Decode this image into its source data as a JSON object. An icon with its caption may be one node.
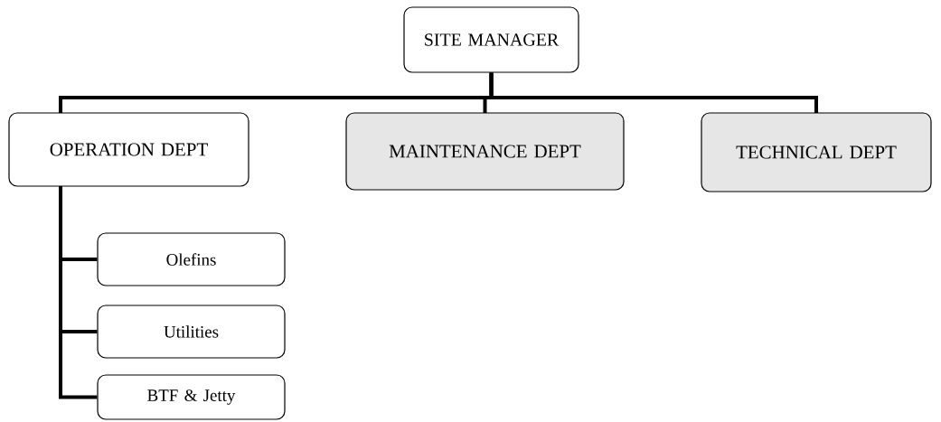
{
  "diagram": {
    "nodes": [
      {
        "text": [
          "SITE MANAGER"
        ]
      },
      {
        "text": [
          "OPERATION DEPT"
        ]
      },
      {
        "text": [
          "MAINTENANCE DEPT"
        ]
      },
      {
        "text": [
          "TECHNICAL DEPT"
        ]
      },
      {
        "text": [
          "Olefins"
        ]
      },
      {
        "text": [
          "Utilities"
        ]
      },
      {
        "text": [
          "BTF & Jetty"
        ]
      }
    ],
    "edges": [
      {
        "from": 0,
        "to": 1,
        "arrow": "none"
      },
      {
        "from": 0,
        "to": 2,
        "arrow": "none"
      },
      {
        "from": 0,
        "to": 3,
        "arrow": "none"
      },
      {
        "from": 1,
        "to": 4,
        "arrow": "none"
      },
      {
        "from": 1,
        "to": 5,
        "arrow": "none"
      },
      {
        "from": 1,
        "to": 6,
        "arrow": "none"
      }
    ]
  }
}
